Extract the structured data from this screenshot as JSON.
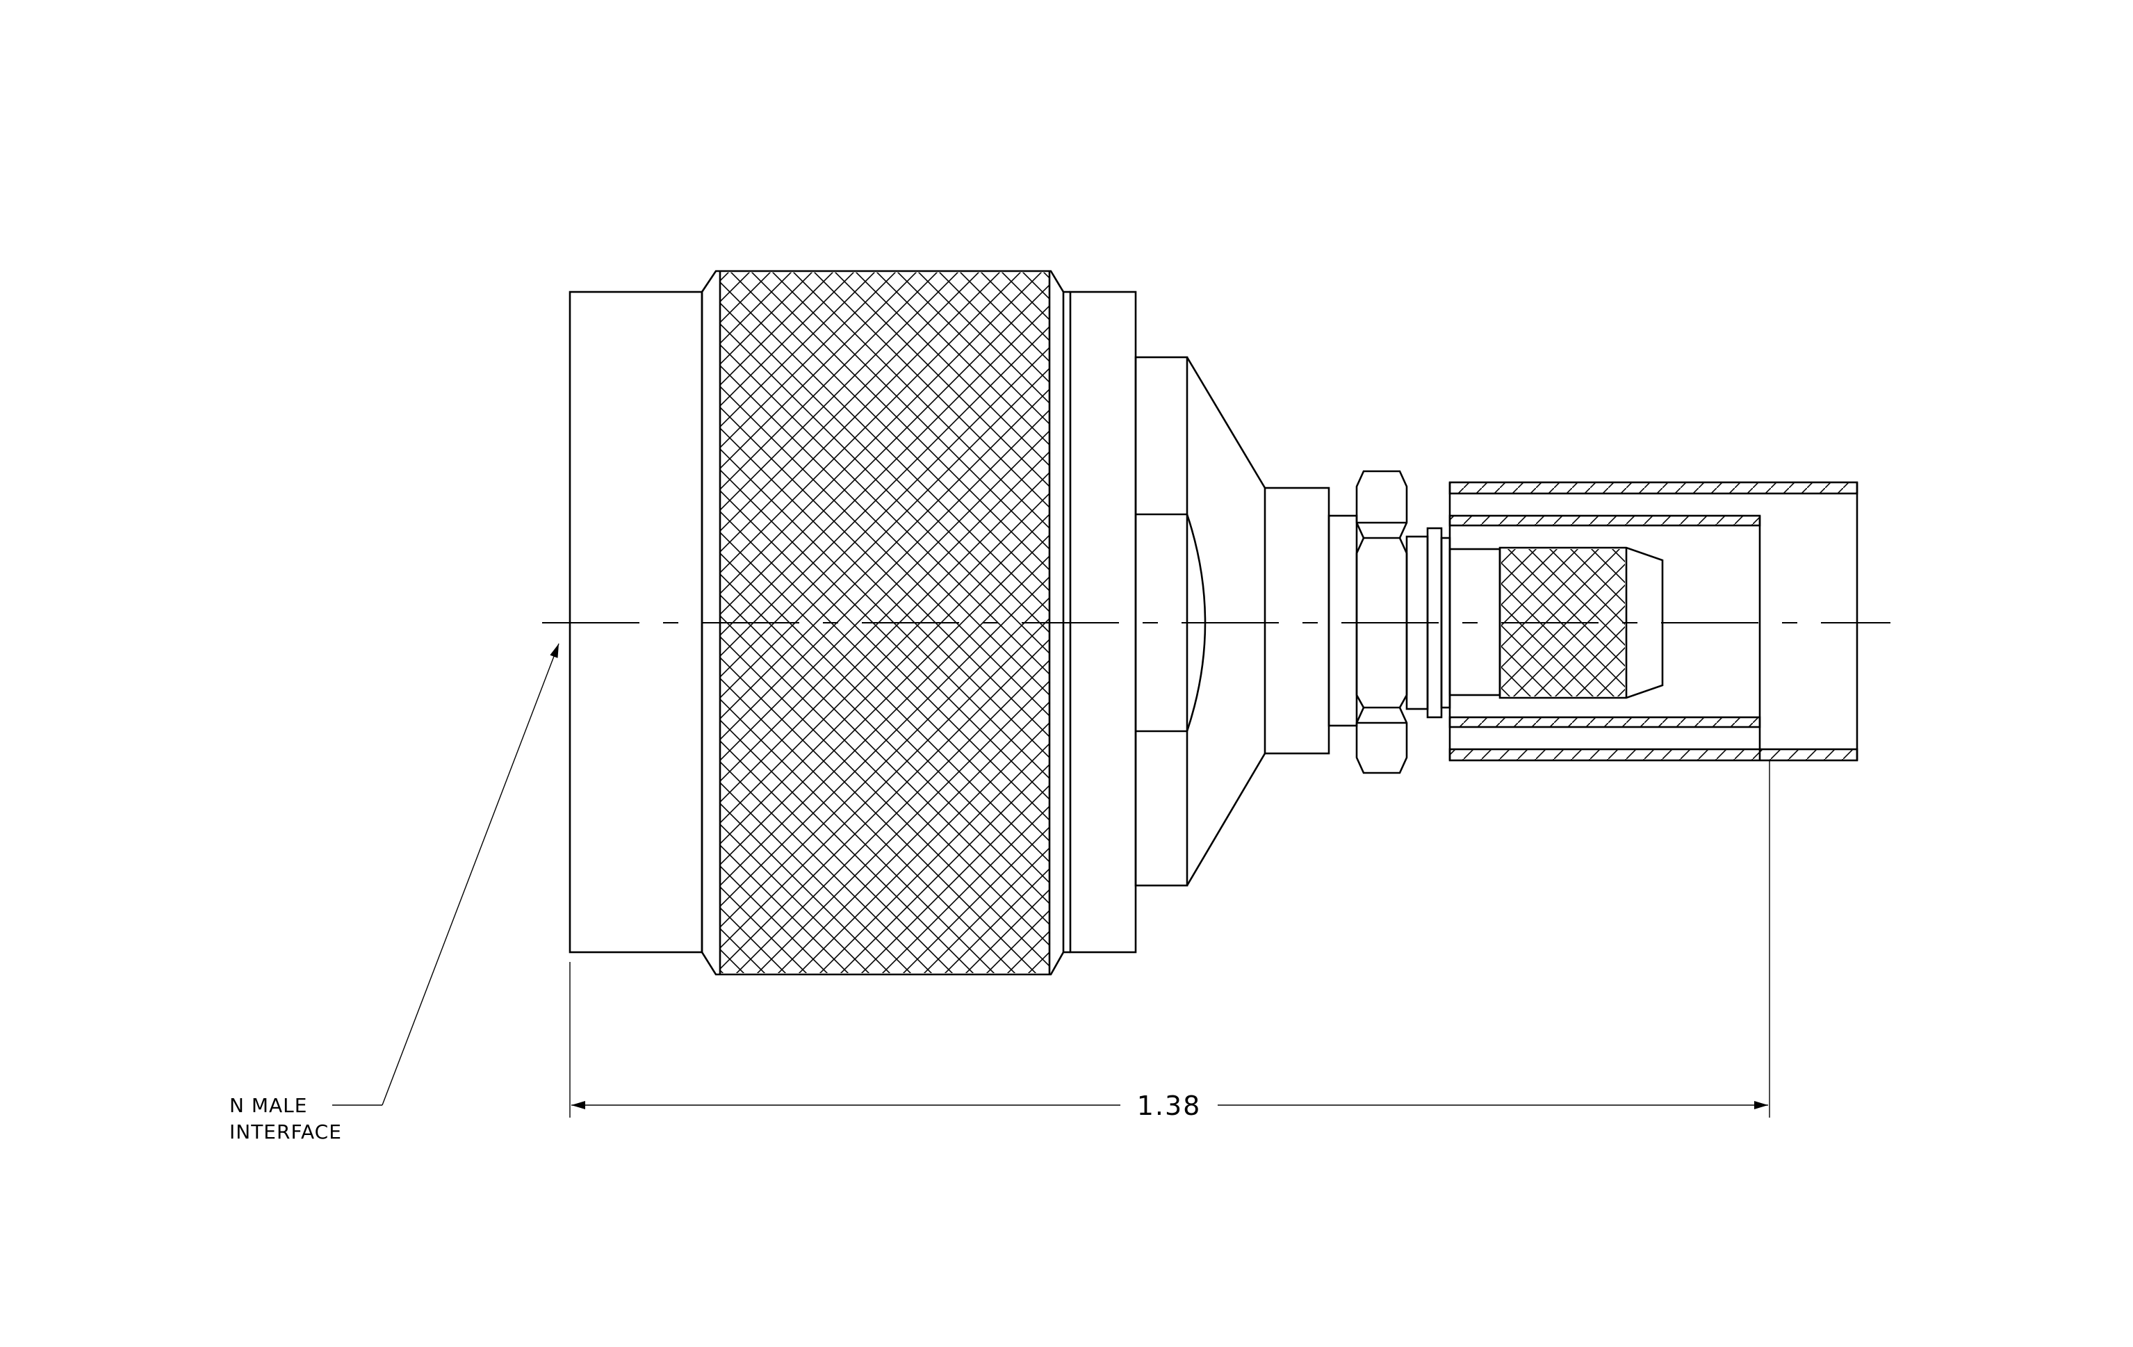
{
  "drawing": {
    "callout": {
      "line1": "N MALE",
      "line2": "INTERFACE"
    },
    "dimension": {
      "overall_length": "1.38"
    }
  }
}
